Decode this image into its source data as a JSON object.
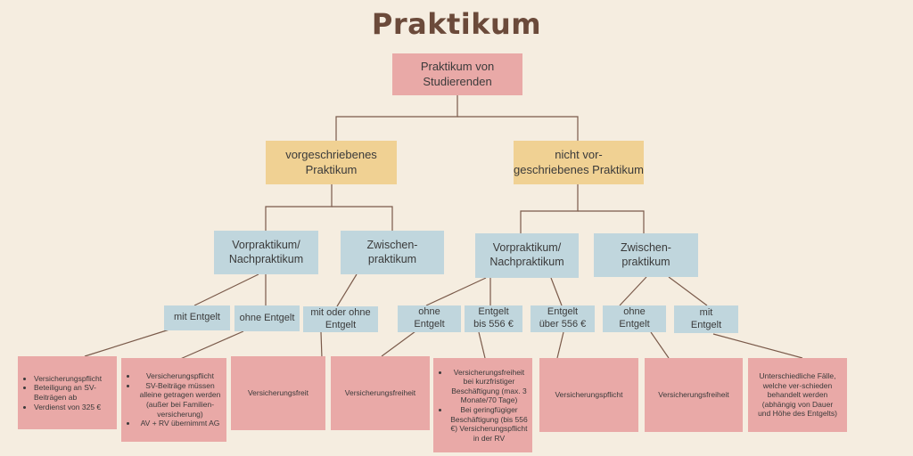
{
  "title": "Praktikum",
  "root": "Praktikum von Studierenden",
  "level1": {
    "left": "vorgeschriebenes Praktikum",
    "right": "nicht vor-\ngeschriebenes Praktikum"
  },
  "level2": {
    "a": "Vorpraktikum/ Nachpraktikum",
    "b": "Zwischen-\npraktikum",
    "c": "Vorpraktikum/ Nachpraktikum",
    "d": "Zwischen-\npraktikum"
  },
  "level3": {
    "a1": "mit Entgelt",
    "a2": "ohne Entgelt",
    "b1": "mit oder ohne Entgelt",
    "c1": "ohne\nEntgelt",
    "c2": "Entgelt\nbis 556 €",
    "c3": "Entgelt\nüber 556 €",
    "d1": "ohne\nEntgelt",
    "d2": "mit\nEntgelt"
  },
  "leaves": {
    "l1": [
      "Versicherungspflicht",
      "Beteiligung an SV-Beiträgen ab",
      "Verdienst von 325 €"
    ],
    "l2": [
      "Versicherungspflicht",
      "SV-Beiträge müssen alleine getragen werden",
      "(außer bei Familien-versicherung)",
      "AV + RV übernimmt AG"
    ],
    "l3": "Versicherungsfreit",
    "l4": "Versicherungsfreiheit",
    "l5": [
      "Versicherungsfreiheit bei kurzfristiger Beschäftigung (max. 3 Monate/70 Tage)",
      "Bei geringfügiger Beschäftigung (bis 556 €) Versicherungspflicht in der RV"
    ],
    "l6": "Versicherungspflicht",
    "l7": "Versicherungsfreiheit",
    "l8": "Unterschiedliche Fälle, welche ver-schieden behandelt werden (abhängig von Dauer und Höhe des Entgelts)"
  },
  "colors": {
    "pink": "#e9a9a7",
    "yellow": "#f0d193",
    "blue": "#c0d6dd",
    "line": "#7a5a4a",
    "title": "#6b4a3a",
    "background": "#f5ede0"
  }
}
